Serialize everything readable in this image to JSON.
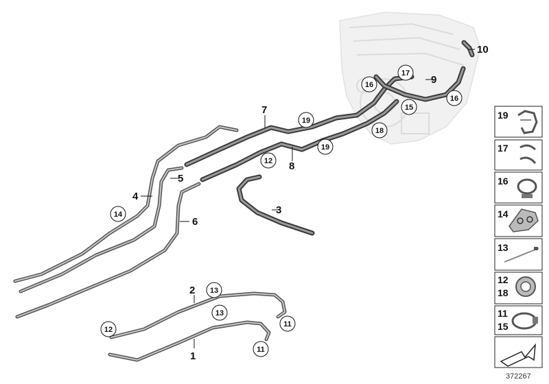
{
  "labels": {
    "l1": "1",
    "l2": "2",
    "l3": "3",
    "l4": "4",
    "l5": "5",
    "l6": "6",
    "l7": "7",
    "l8": "8",
    "l9": "9",
    "l10": "10"
  },
  "callouts": {
    "c11a": "11",
    "c11b": "11",
    "c12a": "12",
    "c12b": "12",
    "c13a": "13",
    "c13b": "13",
    "c14": "14",
    "c15": "15",
    "c16a": "16",
    "c16b": "16",
    "c17": "17",
    "c18": "18",
    "c19a": "19",
    "c19b": "19"
  },
  "legend": {
    "r19": "19",
    "r17": "17",
    "r16": "16",
    "r14": "14",
    "r13": "13",
    "r12": "12",
    "r18": "18",
    "r11": "11",
    "r15": "15"
  },
  "footer": {
    "ref": "372267"
  }
}
